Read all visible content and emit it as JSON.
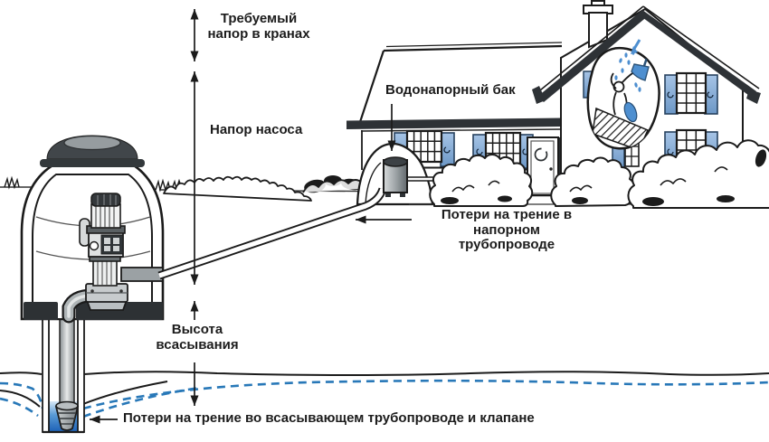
{
  "labels": {
    "required_head": {
      "line1": "Требуемый",
      "line2": "напор в кранах"
    },
    "pump_head": "Напор насоса",
    "water_tank": "Водонапорный бак",
    "pressure_friction": {
      "line1": "Потери на трение в напорном",
      "line2": "трубопроводе"
    },
    "suction_height": {
      "line1": "Высота",
      "line2": "всасывания"
    },
    "suction_friction": "Потери на трение во всасывающем трубопроводе и клапане"
  },
  "colors": {
    "ink": "#1b1b1b",
    "roof_dark": "#2e3236",
    "shutter_blue_light": "#a6c4e6",
    "shutter_blue_dark": "#6c97c6",
    "well_water_blue": "#2a6fc4",
    "water_table_dash_blue": "#2878b8",
    "shower_blue": "#4e8fd0",
    "metal_gray": "#9aa0a4"
  },
  "icons": [
    "dimension-arrow-icon",
    "left-arrow-icon",
    "down-arrow-icon",
    "shower-spray-icon"
  ]
}
